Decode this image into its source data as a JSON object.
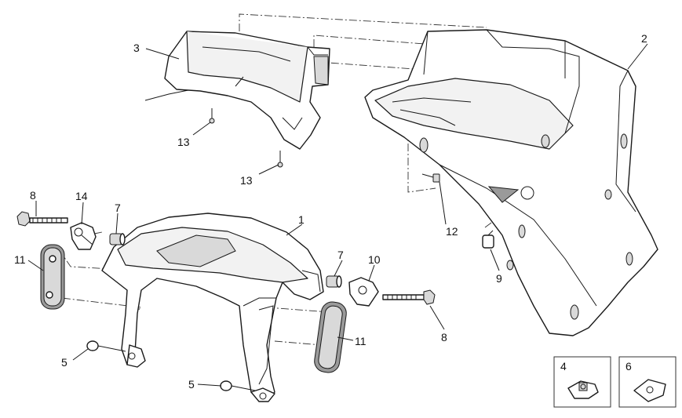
{
  "callouts": [
    {
      "id": "c1",
      "label": "1"
    },
    {
      "id": "c2",
      "label": "2"
    },
    {
      "id": "c3",
      "label": "3"
    },
    {
      "id": "c4",
      "label": "4"
    },
    {
      "id": "c5a",
      "label": "5"
    },
    {
      "id": "c5b",
      "label": "5"
    },
    {
      "id": "c6",
      "label": "6"
    },
    {
      "id": "c7a",
      "label": "7"
    },
    {
      "id": "c7b",
      "label": "7"
    },
    {
      "id": "c8a",
      "label": "8"
    },
    {
      "id": "c8b",
      "label": "8"
    },
    {
      "id": "c9",
      "label": "9"
    },
    {
      "id": "c10",
      "label": "10"
    },
    {
      "id": "c11a",
      "label": "11"
    },
    {
      "id": "c11b",
      "label": "11"
    },
    {
      "id": "c12",
      "label": "12"
    },
    {
      "id": "c13a",
      "label": "13"
    },
    {
      "id": "c13b",
      "label": "13"
    },
    {
      "id": "c14",
      "label": "14"
    }
  ]
}
